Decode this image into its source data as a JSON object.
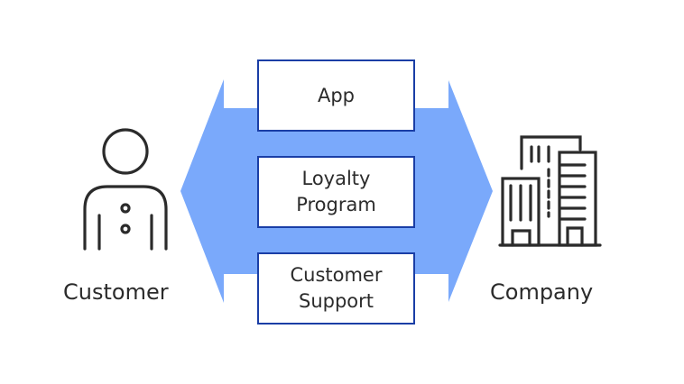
{
  "colors": {
    "arrow_fill": "#7aa9fb",
    "box_border": "#1a3ea6",
    "icon_stroke": "#2b2b2b",
    "text": "#2b2b2b"
  },
  "actors": {
    "left": {
      "label": "Customer",
      "icon": "person-icon"
    },
    "right": {
      "label": "Company",
      "icon": "building-icon"
    }
  },
  "channels": [
    {
      "lines": [
        "App"
      ]
    },
    {
      "lines": [
        "Loyalty",
        "Program"
      ]
    },
    {
      "lines": [
        "Customer",
        "Support"
      ]
    }
  ],
  "connector": {
    "type": "double-headed-arrow"
  }
}
